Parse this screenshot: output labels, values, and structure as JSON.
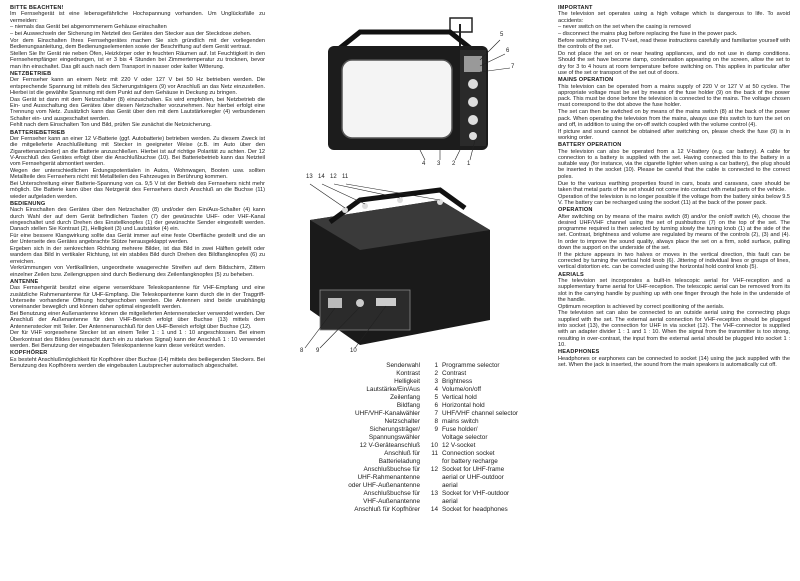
{
  "left_column": {
    "paragraphs": [
      {
        "type": "heading",
        "text": "BITTE BEACHTEN!"
      },
      {
        "type": "text",
        "text": "Im Fernsehgerät ist eine lebensgefährliche Hochspannung vorhanden. Um Unglücksfälle zu vermeiden:"
      },
      {
        "type": "text",
        "text": "– niemals das Gerät bei abgenommenem Gehäuse einschalten"
      },
      {
        "type": "text",
        "text": "– bei Auswechseln der Sicherung im Netzteil des Gerätes den Stecker aus der Steckdose ziehen."
      },
      {
        "type": "text",
        "text": "Vor dem Einschalten Ihres Fernsehgerätes machen Sie sich gründlich mit der vorliegenden Bedienungsanleitung, dem Bedienungselementen sowie der Beschriftung auf dem Gerät vertraut."
      },
      {
        "type": "text",
        "text": "Stellen Sie Ihr Gerät nie neben Öfen, Heizkörper oder in feuchten Räumen auf. Ist Feuchtigkeit in den Fernsehempfänger eingedrungen, ist er 3 bis 4 Stunden bei Zimmertemperatur zu trocknen, bevor man ihn einschaltet. Das gilt auch nach dem Transport in nasser oder kalter Witterung."
      },
      {
        "type": "heading",
        "text": "NETZBETRIEB"
      },
      {
        "type": "text",
        "text": "Der Fernseher kann an einem Netz mit 220 V oder 127 V bei 50 Hz betrieben werden. Die entsprechende Spannung ist mittels des Sicherungsträgers (9) vor Anschluß an das Netz einzustellen. Hierbei ist die gewählte Spannung mit dem Punkt auf dem Gehäuse in Deckung zu bringen."
      },
      {
        "type": "text",
        "text": "Das Gerät ist dann mit dem Netzschalter (8) einzuschalten. Es wird empfohlen, bei Netzbetrieb die Ein- und Ausschaltung des Gerätes über diesen Netzschalter vorzunehmen. Nur hierbei erfolgt eine Trennung vom Netz. Zusätzlich kann das Gerät über den mit dem Lautstärkeregler (4) verbundenen Schalter ein- und ausgeschaltet werden."
      },
      {
        "type": "text",
        "text": "Fehlt nach dem Einschalten Ton und Bild, prüfen Sie zunächst die Netzsicherung."
      },
      {
        "type": "heading",
        "text": "BATTERIEBETRIEB"
      },
      {
        "type": "text",
        "text": "Der Fernseher kann an einer 12 V-Batterie (ggf. Autobatterie) betrieben werden. Zu diesem Zweck ist die mitgelieferte Anschlußleitung mit Stecker in geeigneter Weise (z.B. im Auto über den Zigarettenanzünder) an die Batterie anzuschließen. Hierbei ist auf richtige Polarität zu achten. Der 12 V-Anschluß des Gerätes erfolgt über die Anschlußbuchse (10). Bei Batteriebetrieb kann das Netzteil vom Fernsehgerät abmontiert werden."
      },
      {
        "type": "text",
        "text": "Wegen der unterschiedlichen Erdungspotentialen in Autos, Wohnwagen, Booten usw. sollten Metallteile des Fernsehers nicht mit Metallteilen des Fahrzeuges in Berührung kommen."
      },
      {
        "type": "text",
        "text": "Bei Unterschreitung einer Batterie-Spannung von ca. 9,5 V ist der Betrieb des Fernsehers nicht mehr möglich. Die Batterie kann über das Netzgerät des Fernsehers durch Anschluß an die Buchse (11) wieder aufgeladen werden."
      },
      {
        "type": "heading",
        "text": "BEDIENUNG"
      },
      {
        "type": "text",
        "text": "Nach Einschalten des Gerätes über den Netzschalter (8) und/oder den Ein/Aus-Schalter (4) kann durch Wahl der auf dem Gerät befindlichen Tasten (7) der gewünschte UHF- oder VHF-Kanal eingeschaltet und durch Drehen des Einstellknopfes (1) der gewünschte Sender eingestellt werden. Danach stellen Sie Kontrast (2), Helligkeit (3) und Lautstärke (4) ein."
      },
      {
        "type": "text",
        "text": "Für eine bessere Klangwirkung sollte das Gerät immer auf eine feste Oberfläche gestellt und die an der Unterseite des Gerätes angebrachte Stütze herausgeklappt werden."
      },
      {
        "type": "text",
        "text": "Ergeben sich in der senkrechten Richtung mehrere Bilder, ist das Bild in zwei Hälften geteilt oder wandern das Bild in vertikaler Richtung, ist ein stabiles Bild durch Drehen des Bildfangknopfes (6) zu erreichen."
      },
      {
        "type": "text",
        "text": "Verkrümmungen von Vertikallinien, ungeordnete waagerechte Streifen auf dem Bildschirm, Zittern einzelner Zeilen bzw. Zeilengruppen sind durch Bedienung des Zeilenfangknopfes (5) zu beheben."
      },
      {
        "type": "heading",
        "text": "ANTENNE"
      },
      {
        "type": "text",
        "text": "Das Fernsehgerät besitzt eine eigene versenkbare Teleskopantenne für VHF-Empfang und eine zusätzliche Rahmenantenne für UHF-Empfang. Die Teleskopantenne kann durch die in der Traggriff-Unterseite vorhandene Öffnung hochgeschoben werden. Die Antennen sind beide unabhängig voneinander beweglich und können daher optimal eingestellt werden."
      },
      {
        "type": "text",
        "text": "Bei Benutzung einer Außenantenne können die mitgelieferten Antennenstecker verwendet werden. Der Anschluß der Außenantenne für den VHF-Bereich erfolgt über Buchse (13) mittels dem Antennenstecker mit Teiler. Der Antennenanschluß für den UHF-Bereich erfolgt über Buchse (12)."
      },
      {
        "type": "text",
        "text": "Der für VHF vorgesehene Stecker ist an einem Teiler 1 : 1 und 1 : 10 angeschlossen. Bei einem Überkontrast des Bildes (verursacht durch ein zu starkes Signal) kann der Anschluß 1 : 10 verwendet werden. Bei Benutzung der eingebauten Teleskopantenne kann diese verkürzt werden."
      },
      {
        "type": "heading",
        "text": "KOPFHÖRER"
      },
      {
        "type": "text",
        "text": "Es besteht Anschlußmöglichkeit für Kopfhörer über Buchse (14) mittels des beiliegenden Steckers. Bei Benutzung des Kopfhörers werden die eingebauten Lautsprecher automatisch abgeschaltet."
      }
    ]
  },
  "right_column": {
    "paragraphs": [
      {
        "type": "heading",
        "text": "IMPORTANT"
      },
      {
        "type": "text",
        "text": "The television set operates using a high voltage which is dangerous to life. To avoid accidents:"
      },
      {
        "type": "text",
        "text": "– never switch on the set when the casing is removed"
      },
      {
        "type": "text",
        "text": "– disconnect the mains plug before replacing the fuse in the power pack."
      },
      {
        "type": "text",
        "text": "Before switching on your TV-set, read these instructions carefully and familiarise yourself with the controls of the set."
      },
      {
        "type": "text",
        "text": "Do not place the set on or near heating appliances, and do not use in damp conditions. Should the set have become damp, condensation appearing on the screen, allow the set to dry for 3 to 4 hours at room temperature before switching on. This applies in particular after use of the set or transport of the set out of doors."
      },
      {
        "type": "heading",
        "text": "MAINS OPERATION"
      },
      {
        "type": "text",
        "text": "This television can be operated from a mains supply of 220 V or 127 V at 50 cycles. The appropriate voltage must be set by means of the fuse holder (9) on the back of the power pack. This must be done before the television is connected to the mains. The voltage chosen must correspond to the dot above the fuse holder."
      },
      {
        "type": "text",
        "text": "The set can then be switched on by means of the mains switch (8) at the back of the power pack. When operating the television from the mains, always use this switch to turn the set on and off, in addition to using the on-off switch coupled with the volume control (4)."
      },
      {
        "type": "text",
        "text": "If picture and sound cannot be obtained after switching on, please check the fuse (9) is in working order."
      },
      {
        "type": "heading",
        "text": "BATTERY OPERATION"
      },
      {
        "type": "text",
        "text": "The television can also be operated from a 12 V-battery (e.g. car battery). A cable for connection to a battery is supplied with the set. Having connected this to the battery in a suitable way (for instance, via the cigarette lighter when using a car battery), the plug should be inserted in the socket (10). Please be careful that the cable is connected to the correct poles."
      },
      {
        "type": "text",
        "text": "Due to the various earthing properties found in cars, boats and caravans, care should be taken that metal parts of the set should not come into contact with metal parts of the vehicle."
      },
      {
        "type": "text",
        "text": "Operation of the television is no longer possible if the voltage from the battery sinks below 9.5 V. The battery can be recharged using the socket (11) at the back of the power pack."
      },
      {
        "type": "heading",
        "text": "OPERATION"
      },
      {
        "type": "text",
        "text": "After switching on by means of the mains switch (8) and/or the on/off switch (4), choose the desired UHF/VHF channel using the set of pushbuttons (7) on the top of the set. The programme required is then selected by turning slowly the tuning knob (1) at the side of the set. Contrast, brightness and volume are regulated by means of the controls (2), (3) and (4). In order to improve the sound quality, always place the set on a firm, solid surface, pulling down the support on the underside of the set."
      },
      {
        "type": "text",
        "text": "If the picture appears in two halves or moves in the vertical direction, this fault can be corrected by turning the vertical hold knob (6). Jittering of individual lines or groups of lines, vertical distortion etc. can be corrected using the horizontal hold control knob (5)."
      },
      {
        "type": "heading",
        "text": "AERIALS"
      },
      {
        "type": "text",
        "text": "The television set incorporates a built-in telescopic aerial for VHF-reception and a supplementary frame aerial for UHF-reception. The telescopic aerial can be removed from its slot in the carrying handle by pushing up with one finger through the hole in the underside of the handle."
      },
      {
        "type": "text",
        "text": "Optimum reception is achieved by correct positioning of the aerials."
      },
      {
        "type": "text",
        "text": "The television set can also be connected to an outside aerial using the connecting plugs supplied with the set. The external aerial connection for VHF-reception should be plugged into socket (13), the connection for UHF in via socket (12). The VHF-connector is supplied with an adapter divider 1 : 1 and 1 : 10. When the signal from the transmitter is too strong, resulting in over-contrast, the input from the external aerial should be plugged into socket 1 : 10."
      },
      {
        "type": "heading",
        "text": "HEADPHONES"
      },
      {
        "type": "text",
        "text": "Headphones or earphones can be connected to socket (14) using the jack supplied with the set. When the jack is inserted, the sound from the main speakers is automatically cut off."
      }
    ]
  },
  "figure_top": {
    "callouts": [
      "5",
      "6",
      "7",
      "4",
      "3",
      "2",
      "1"
    ]
  },
  "figure_mid": {
    "callouts_top": [
      "13",
      "14",
      "12",
      "11"
    ],
    "callouts_bottom": [
      "8",
      "9",
      "10"
    ]
  },
  "legend": {
    "rows": [
      {
        "de": "Senderwahl",
        "num": "1",
        "en": "Programme selector"
      },
      {
        "de": "Kontrast",
        "num": "2",
        "en": "Contrast"
      },
      {
        "de": "Helligkeit",
        "num": "3",
        "en": "Brightness"
      },
      {
        "de": "Lautstärke/Ein/Aus",
        "num": "4",
        "en": "Volume/on/off"
      },
      {
        "de": "Zeilenfang",
        "num": "5",
        "en": "Vertical hold"
      },
      {
        "de": "Bildfang",
        "num": "6",
        "en": "Horizontal hold"
      },
      {
        "de": "UHF/VHF-Kanalwähler",
        "num": "7",
        "en": "UHF/VHF channel selector"
      },
      {
        "de": "Netzschalter",
        "num": "8",
        "en": "mains switch"
      },
      {
        "de": "Sicherungsträger/",
        "num": "9",
        "en": "Fuse holder/"
      },
      {
        "de": "Spannungswähler",
        "num": "",
        "en": "Voltage selector"
      },
      {
        "de": "12 V-Geräteanschluß",
        "num": "10",
        "en": "12 V-socket"
      },
      {
        "de": "Anschluß für",
        "num": "11",
        "en": "Connection socket"
      },
      {
        "de": "Batterieladung",
        "num": "",
        "en": "for battery recharge"
      },
      {
        "de": "Anschlußbuchse für",
        "num": "12",
        "en": "Socket for UHF-frame"
      },
      {
        "de": "UHF-Rahmenantenne",
        "num": "",
        "en": "aerial or UHF-outdoor"
      },
      {
        "de": "oder UHF-Außenantenne",
        "num": "",
        "en": "aerial"
      },
      {
        "de": "Anschlußbuchse für",
        "num": "13",
        "en": "Socket for VHF-outdoor"
      },
      {
        "de": "VHF-Außenantenne",
        "num": "",
        "en": "aerial"
      },
      {
        "de": "Anschluß für Kopfhörer",
        "num": "14",
        "en": "Socket for headphones"
      }
    ]
  }
}
